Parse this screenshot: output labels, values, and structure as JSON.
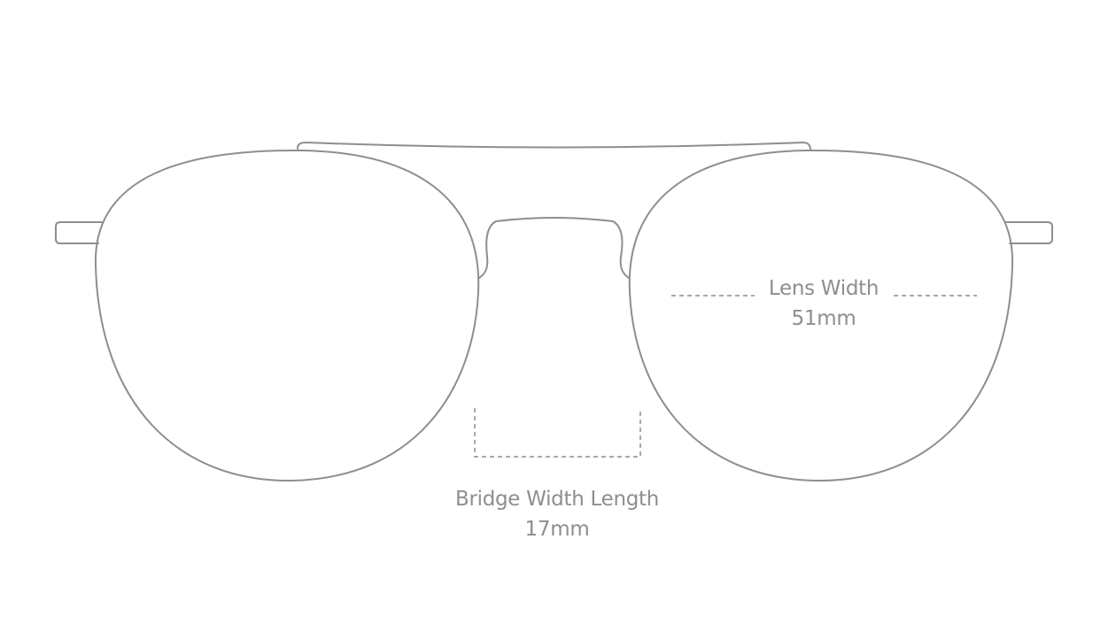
{
  "measurements": {
    "lens_width": {
      "label": "Lens Width",
      "value": "51mm"
    },
    "bridge_width": {
      "label": "Bridge Width Length",
      "value": "17mm"
    }
  },
  "colors": {
    "outline": "#8e8e8e",
    "text": "#8e8e8e",
    "background": "#ffffff"
  }
}
